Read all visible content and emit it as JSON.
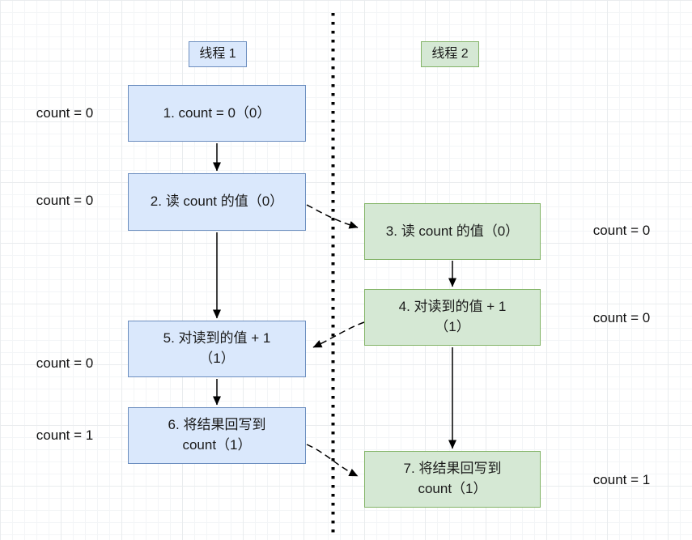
{
  "canvas": {
    "background": "#ffffff",
    "grid_color": "#e9ecee"
  },
  "threads": {
    "t1": {
      "label": "线程 1",
      "fill": "#dae8fc",
      "border": "#6c8ebf"
    },
    "t2": {
      "label": "线程 2",
      "fill": "#d5e8d4",
      "border": "#82b366"
    }
  },
  "steps": {
    "s1": "1. count = 0（0）",
    "s2": "2. 读 count 的值（0）",
    "s3": "3. 读 count 的值（0）",
    "s4": "4. 对读到的值 + 1\n（1）",
    "s5": "5. 对读到的值 + 1\n（1）",
    "s6": "6. 将结果回写到\ncount（1）",
    "s7": "7. 将结果回写到\ncount（1）"
  },
  "count_labels": {
    "left_1": "count = 0",
    "left_2": "count = 0",
    "left_5": "count = 0",
    "left_6": "count = 1",
    "right_3": "count = 0",
    "right_4": "count = 0",
    "right_7": "count = 1"
  }
}
